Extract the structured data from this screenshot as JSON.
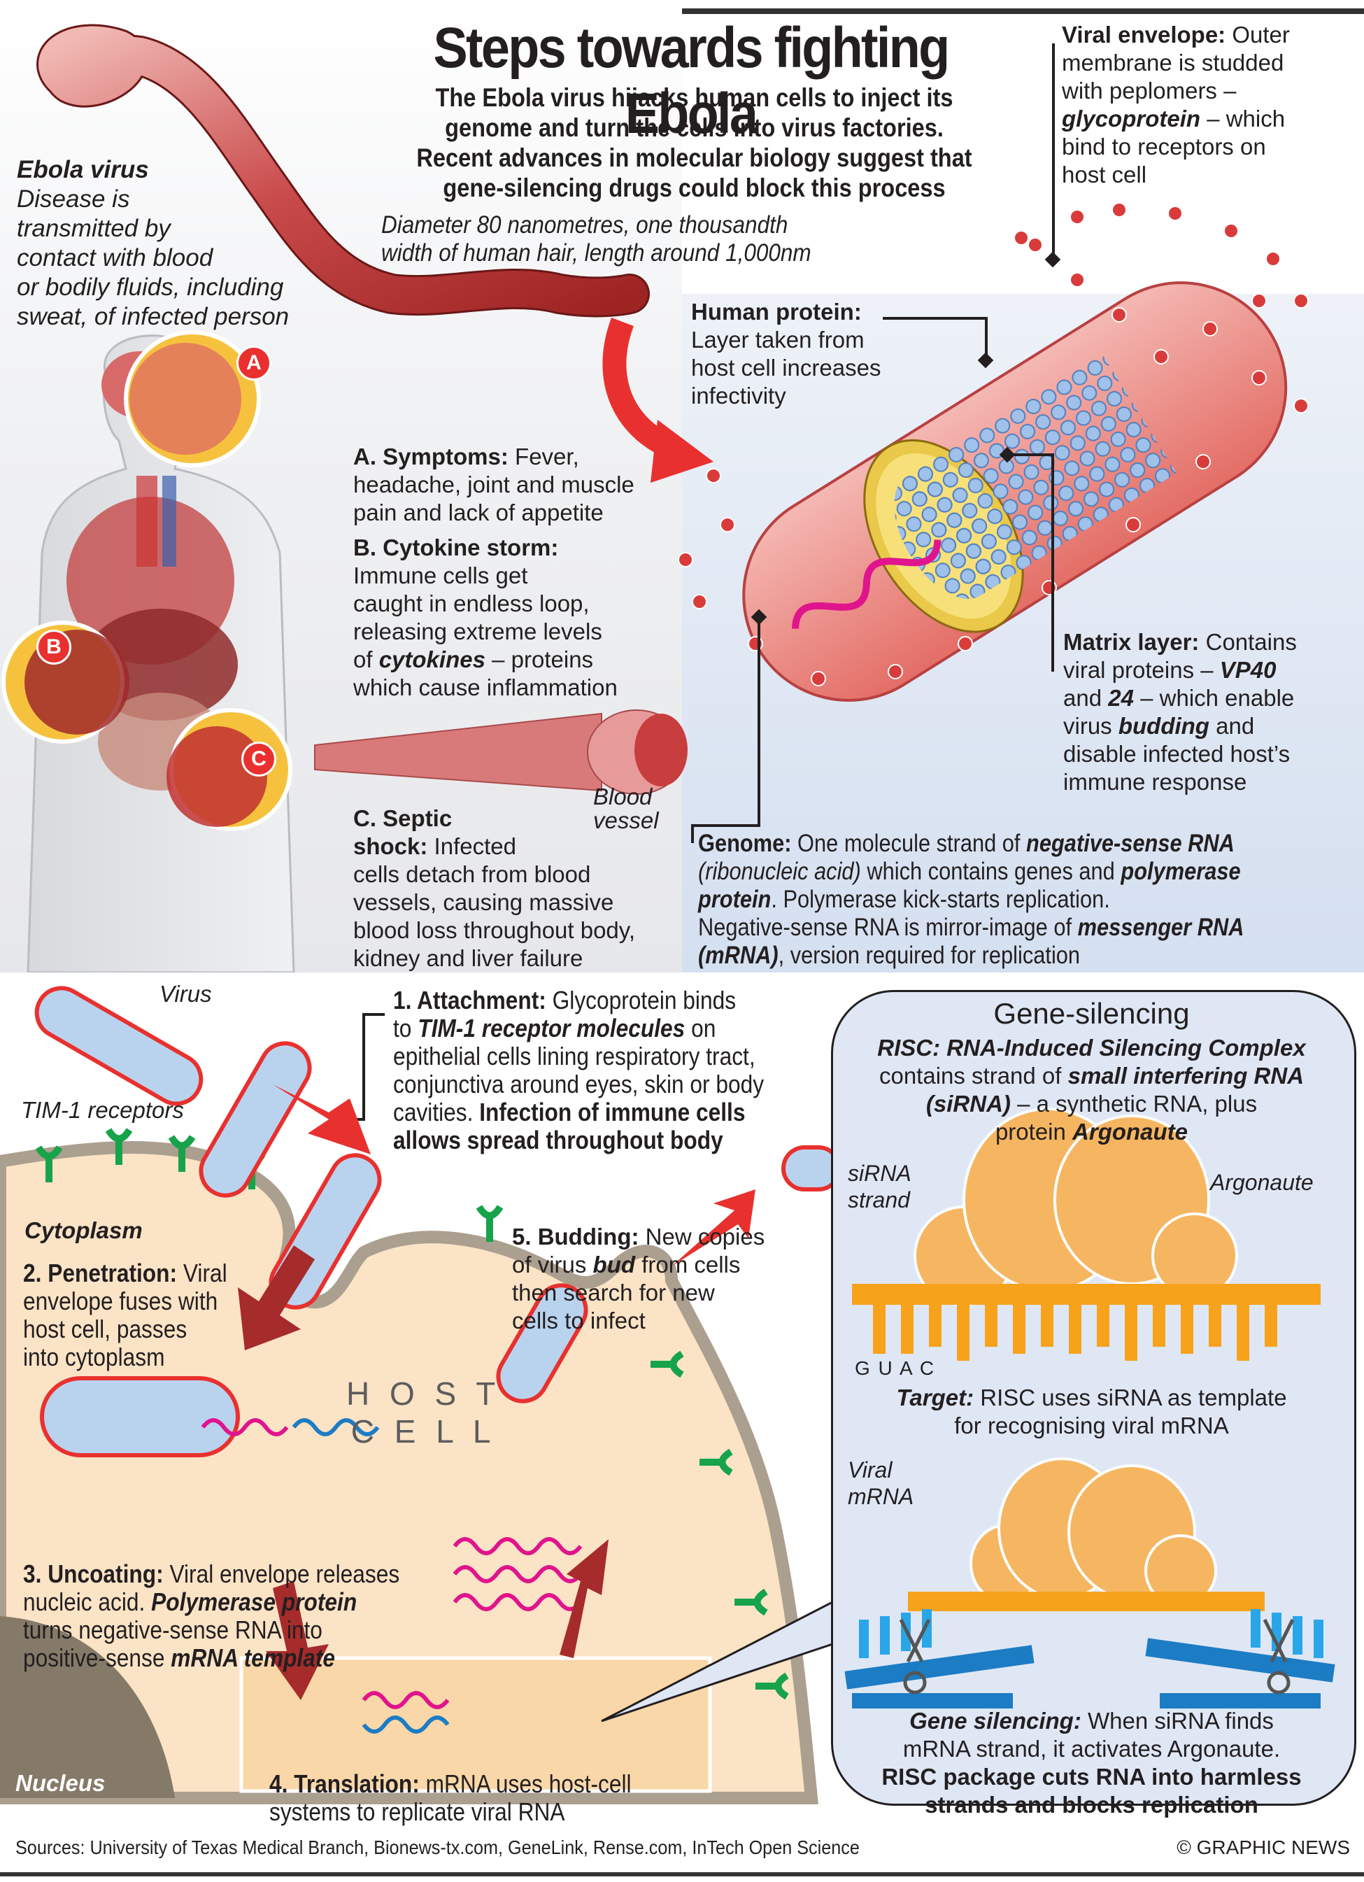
{
  "header": {
    "title": "Steps towards fighting Ebola",
    "subtitle_lines": [
      "The Ebola virus hijacks human cells to inject its",
      "genome and turn the cells into virus factories.",
      "Recent advances in molecular biology suggest that",
      "gene-silencing drugs could block this process"
    ],
    "dimensions_lines": [
      "Diameter 80 nanometres, one thousandth",
      "width of human hair, length around 1,000nm"
    ]
  },
  "ebola_virus": {
    "heading": "Ebola virus",
    "lines": [
      "Disease is",
      "transmitted by",
      "contact with blood",
      "or bodily fluids, including",
      "sweat, of infected person"
    ]
  },
  "body_markers": [
    "A",
    "B",
    "C"
  ],
  "symptoms": {
    "a": {
      "label": "A. Symptoms:",
      "lines": [
        " Fever,",
        "headache, joint and muscle",
        "pain and lack of appetite"
      ]
    },
    "b": {
      "label": "B. Cytokine storm:",
      "lines": [
        "Immune cells get",
        "caught in endless loop,",
        "releasing extreme levels"
      ],
      "of": "of ",
      "term": "cytokines",
      "rest": " – proteins",
      "last": "which cause inflammation"
    },
    "c": {
      "label1": "C. Septic",
      "label2": "shock:",
      "line1": " Infected",
      "lines": [
        "cells detach from blood",
        "vessels, causing massive",
        "blood loss throughout body,",
        "kidney and liver failure"
      ]
    },
    "blood_vessel": [
      "Blood",
      "vessel"
    ]
  },
  "virus_anatomy": {
    "viral_envelope": {
      "label": "Viral envelope:",
      "t1": " Outer",
      "lines": [
        "membrane is studded",
        "with peplomers –"
      ],
      "term": "glycoprotein",
      "t2": " – which",
      "lines2": [
        "bind to receptors on",
        "host cell"
      ]
    },
    "human_protein": {
      "label": "Human protein:",
      "lines": [
        "Layer taken from",
        "host cell increases",
        "infectivity"
      ]
    },
    "matrix_layer": {
      "label": "Matrix layer:",
      "t1": " Contains",
      "l2a": "viral proteins – ",
      "l2b": "VP40",
      "l3a": "and ",
      "l3b": "24",
      "l3c": " – which enable",
      "l4a": "virus ",
      "l4b": "budding",
      "l4c": " and",
      "lines": [
        "disable infected host’s",
        "immune response"
      ]
    },
    "genome": {
      "label": "Genome:",
      "l1a": " One molecule strand of ",
      "l1b": "negative-sense RNA",
      "l2a": "(ribonucleic acid)",
      "l2b": " which contains genes and ",
      "l2c": "polymerase",
      "l3a": "protein",
      "l3b": ". Polymerase kick-starts replication.",
      "l4a": "Negative-sense RNA is mirror-image of ",
      "l4b": "messenger RNA",
      "l5a": "(mRNA)",
      "l5b": ", version required for replication"
    }
  },
  "lifecycle": {
    "virus_label": "Virus",
    "tim1_label": "TIM-1 receptors",
    "cytoplasm_label": "Cytoplasm",
    "host_cell_label": [
      "H O S T",
      "C E L L"
    ],
    "nucleus_label": "Nucleus",
    "step1": {
      "label": "1. Attachment:",
      "t1": " Glycoprotein binds",
      "l2a": "to ",
      "l2b": "TIM-1 receptor molecules",
      "l2c": " on",
      "lines": [
        "epithelial cells lining respiratory tract,",
        "conjunctiva around eyes, skin or body"
      ],
      "l5a": "cavities. ",
      "l5b": "Infection of immune cells",
      "l6": "allows spread throughout body"
    },
    "step2": {
      "label": "2. Penetration:",
      "t1": " Viral",
      "lines": [
        "envelope fuses with",
        "host cell, passes",
        "into cytoplasm"
      ]
    },
    "step3": {
      "label": "3. Uncoating:",
      "t1": " Viral envelope releases",
      "l2a": "nucleic acid. ",
      "l2b": "Polymerase protein",
      "l3": "turns negative-sense RNA into",
      "l4a": "positive-sense ",
      "l4b": "mRNA template"
    },
    "step4": {
      "label": "4. Translation:",
      "t1": " mRNA uses host-cell",
      "l2": "systems to replicate viral RNA"
    },
    "step5": {
      "label": "5. Budding:",
      "t1": " New copies",
      "l2a": "of virus ",
      "l2b": "bud",
      "l2c": " from cells",
      "lines": [
        "then search for new",
        "cells to infect"
      ]
    }
  },
  "gene_silencing": {
    "title": "Gene-silencing",
    "risc_title": "RISC: RNA-Induced Silencing Complex",
    "l2a": "contains strand of ",
    "l2b": "small interfering RNA",
    "l3a": "(siRNA)",
    "l3b": " – a synthetic RNA, plus",
    "l4a": "protein ",
    "l4b": "Argonaute",
    "sirna_strand_label": [
      "siRNA",
      "strand"
    ],
    "argonaute_label": "Argonaute",
    "bases": "G U A C",
    "target": {
      "label": "Target:",
      "t1": " RISC uses siRNA as template",
      "l2": "for recognising viral mRNA"
    },
    "viral_mrna_label": [
      "Viral",
      "mRNA"
    ],
    "silencing": {
      "label": "Gene silencing:",
      "t1": " When siRNA finds",
      "l2": "mRNA strand, it activates Argonaute.",
      "l3": "RISC package cuts RNA into harmless",
      "l4": "strands and blocks replication"
    }
  },
  "footer": {
    "sources": "Sources: University of Texas Medical Branch, Bionews-tx.com, GeneLink, Rense.com, InTech Open Science",
    "credit": "© GRAPHIC NEWS"
  },
  "colors": {
    "virus_red": "#e8312f",
    "membrane_grey": "#ab9f8f",
    "cytoplasm": "#fbe3c6",
    "receptor_green": "#16a34a",
    "rna_magenta": "#e0148c",
    "rna_blue": "#1c7cc4",
    "gene_panel": "#dfe7f5",
    "argonaute_orange": "#f8b45a",
    "nucleus": "#857a68"
  }
}
